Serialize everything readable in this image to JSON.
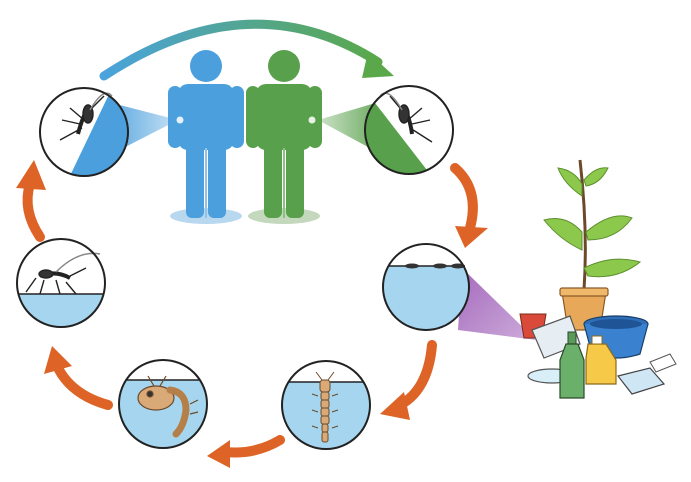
{
  "diagram": {
    "type": "cycle",
    "title": "",
    "stages": [
      {
        "id": "infected-mosquito-bites-person",
        "icon": "mosquito-biting-icon"
      },
      {
        "id": "infected-person",
        "icon": "person-icon"
      },
      {
        "id": "healthy-person",
        "icon": "person-icon"
      },
      {
        "id": "mosquito-bites-person",
        "icon": "mosquito-biting-icon"
      },
      {
        "id": "eggs-on-water",
        "icon": "mosquito-eggs-icon"
      },
      {
        "id": "larva-in-water",
        "icon": "larva-icon"
      },
      {
        "id": "pupa-in-water",
        "icon": "pupa-icon"
      },
      {
        "id": "adult-emerging-from-water",
        "icon": "adult-mosquito-icon"
      }
    ],
    "breeding_containers": [
      "plant-pot-icon",
      "bucket-icon",
      "bottle-icon",
      "jug-icon",
      "tire-like-dish-icon",
      "cup-icon"
    ]
  },
  "colors": {
    "infected": "#4a9fdc",
    "healthy": "#58a04b",
    "arrow": "#dd6326",
    "water": "#a6d6ef",
    "egg_callout": "#9b59b6",
    "outline": "#222222"
  }
}
